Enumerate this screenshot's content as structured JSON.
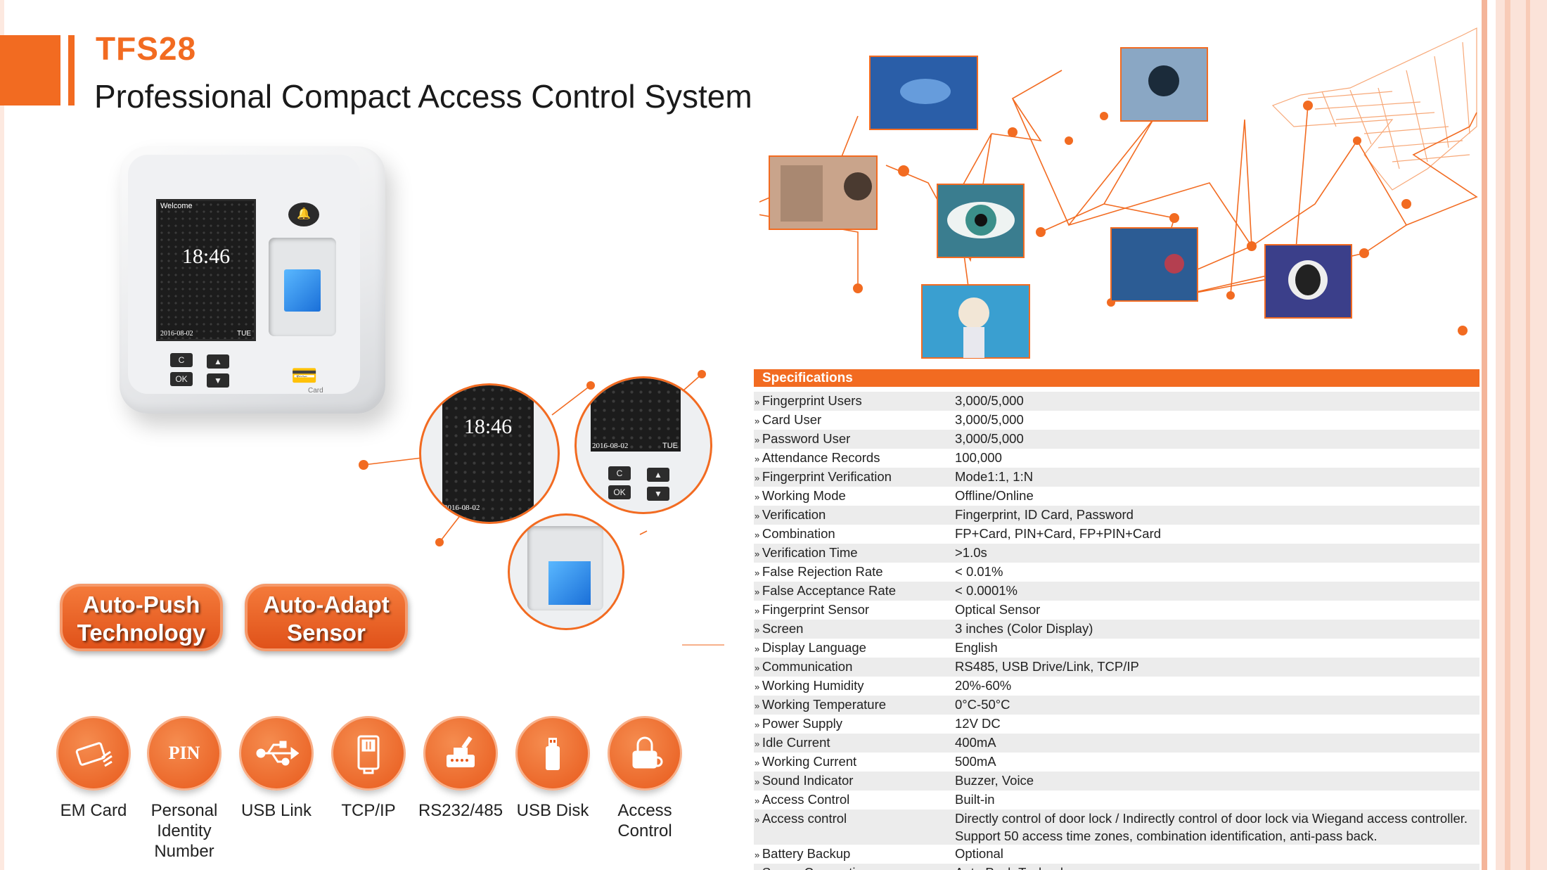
{
  "header": {
    "model": "TFS28",
    "title": "Professional Compact Access Control System"
  },
  "device": {
    "screen_welcome": "Welcome",
    "screen_time": "18:46",
    "screen_date": "2016-08-02",
    "screen_day": "TUE",
    "key_c": "C",
    "key_ok": "OK",
    "key_up": "▲",
    "key_down": "▼",
    "card_label": "Card"
  },
  "badges": [
    {
      "line1": "Auto-Push",
      "line2": "Technology"
    },
    {
      "line1": "Auto-Adapt",
      "line2": "Sensor"
    }
  ],
  "features": [
    {
      "icon": "em-card-icon",
      "label": "EM Card"
    },
    {
      "icon": "pin-icon",
      "icon_text": "PIN",
      "label": "Personal Identity Number"
    },
    {
      "icon": "usb-icon",
      "label": "USB Link"
    },
    {
      "icon": "ethernet-icon",
      "label": "TCP/IP"
    },
    {
      "icon": "serial-icon",
      "label": "RS232/485"
    },
    {
      "icon": "usb-disk-icon",
      "label": "USB Disk"
    },
    {
      "icon": "lock-icon",
      "label": "Access Control"
    }
  ],
  "specs": {
    "heading": "Specifications",
    "rows": [
      {
        "key": "Fingerprint Users",
        "value": "3,000/5,000"
      },
      {
        "key": "Card User",
        "value": "3,000/5,000"
      },
      {
        "key": "Password User",
        "value": "3,000/5,000"
      },
      {
        "key": "Attendance Records",
        "value": "100,000"
      },
      {
        "key": "Fingerprint Verification",
        "value": "Mode1:1, 1:N"
      },
      {
        "key": "Working Mode",
        "value": "Offline/Online"
      },
      {
        "key": "Verification",
        "value": "Fingerprint, ID Card, Password"
      },
      {
        "key": "Combination",
        "value": "FP+Card, PIN+Card, FP+PIN+Card"
      },
      {
        "key": "Verification Time",
        "value": ">1.0s"
      },
      {
        "key": "False Rejection Rate",
        "value": "< 0.01%"
      },
      {
        "key": "False Acceptance Rate",
        "value": "< 0.0001%"
      },
      {
        "key": "Fingerprint Sensor",
        "value": " Optical Sensor"
      },
      {
        "key": "Screen",
        "value": "3 inches (Color Display)"
      },
      {
        "key": "Display Language",
        "value": "English"
      },
      {
        "key": "Communication",
        "value": "RS485, USB Drive/Link, TCP/IP"
      },
      {
        "key": "Working Humidity",
        "value": "20%-60%"
      },
      {
        "key": "Working Temperature",
        "value": "0°C-50°C"
      },
      {
        "key": "Power Supply",
        "value": "12V DC"
      },
      {
        "key": "Idle Current",
        "value": "400mA"
      },
      {
        "key": "Working Current",
        "value": "500mA"
      },
      {
        "key": "Sound Indicator",
        "value": "Buzzer, Voice"
      },
      {
        "key": "Access Control",
        "value": "Built-in"
      },
      {
        "key": "Access control",
        "value": "Directly control of door lock / Indirectly control of door lock via Wiegand access controller.",
        "value2": "Support 50 access time zones, combination identification, anti-pass back."
      },
      {
        "key": "Battery Backup",
        "value": "Optional"
      },
      {
        "key": "Server Connection",
        "value": "Auto Push Technology"
      }
    ]
  },
  "colors": {
    "accent": "#f26b21",
    "row_alt": "#ececec"
  }
}
